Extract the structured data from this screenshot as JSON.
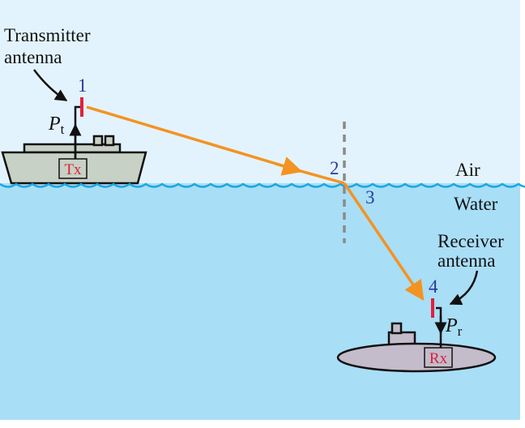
{
  "labels": {
    "transmitter_line1": "Transmitter",
    "transmitter_line2": "antenna",
    "receiver_line1": "Receiver",
    "receiver_line2": "antenna",
    "air": "Air",
    "water": "Water",
    "tx": "Tx",
    "rx": "Rx",
    "pt_symbol": "P",
    "pt_sub": "t",
    "pr_symbol": "P",
    "pr_sub": "r"
  },
  "points": [
    "1",
    "2",
    "3",
    "4"
  ],
  "colors": {
    "sky": "#e3f3fd",
    "water": "#a9def7",
    "wave": "#19a7e0",
    "ray": "#f39322",
    "antenna": "#e3203b",
    "ship": "#c8d1c5",
    "submarine": "#c4bccb",
    "number_blue": "#2a3a9c",
    "box_text": "#d9203a",
    "normal_line": "#8a8a8a"
  }
}
